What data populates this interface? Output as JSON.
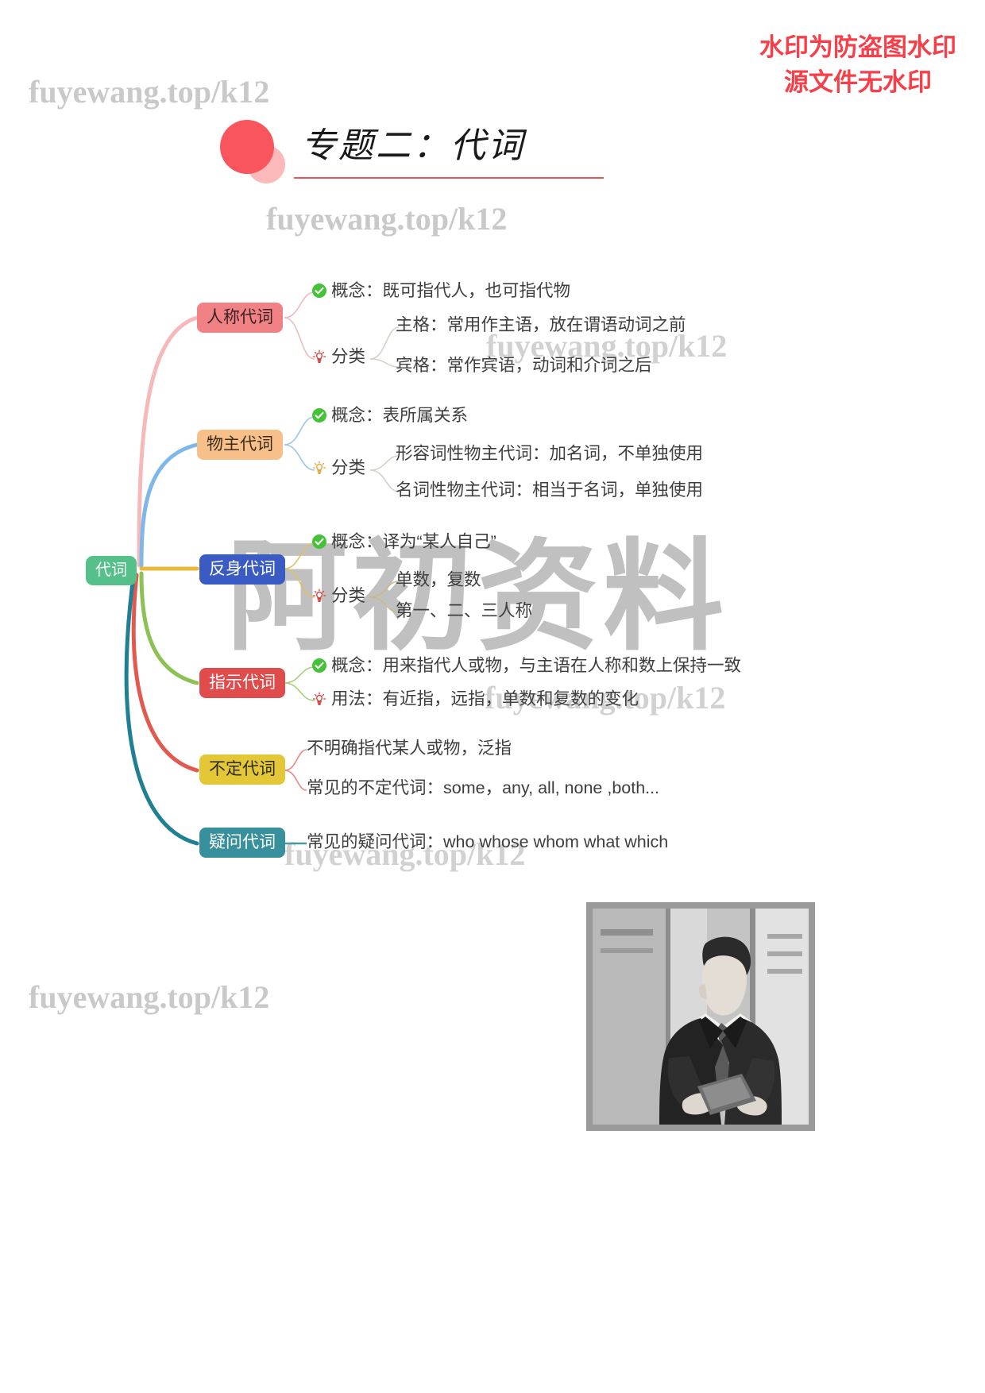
{
  "notice": {
    "line1": "水印为防盗图水印",
    "line2": "源文件无水印",
    "color": "#f5404a"
  },
  "watermarks": {
    "text": "fuyewang.top/k12",
    "big_text": "阿初资料",
    "color": "#c9c9c9"
  },
  "title": {
    "text": "专题二：代词",
    "rule_color": "#e8565c",
    "dot_color": "#f8565c"
  },
  "mindmap": {
    "root": {
      "label": "代词",
      "color": "#55c08a"
    },
    "branches": [
      {
        "label": "人称代词",
        "color": "#f08184",
        "link_color": "#f5b9ba",
        "items": [
          {
            "icon": "check-circle-icon",
            "label": "概念：",
            "text": "既可指代人，也可指代物"
          },
          {
            "icon": "bulb-icon",
            "label": "分类",
            "children": [
              "主格：常用作主语，放在谓语动词之前",
              "宾格：常作宾语，动词和介词之后"
            ]
          }
        ]
      },
      {
        "label": "物主代词",
        "color": "#f7c08a",
        "link_color": "#7eb8e8",
        "items": [
          {
            "icon": "check-circle-icon",
            "label": "概念：",
            "text": "表所属关系"
          },
          {
            "icon": "bulb-icon",
            "label": "分类",
            "children": [
              "形容词性物主代词：加名词，不单独使用",
              "名词性物主代词：相当于名词，单独使用"
            ]
          }
        ]
      },
      {
        "label": "反身代词",
        "color": "#3b5bc4",
        "link_color": "#e8b93c",
        "items": [
          {
            "icon": "check-circle-icon",
            "label": "概念：",
            "text": "译为“某人自己”"
          },
          {
            "icon": "bulb-icon",
            "label": "分类",
            "children": [
              "单数，复数",
              "第一、二、三人称"
            ]
          }
        ]
      },
      {
        "label": "指示代词",
        "color": "#e04b4b",
        "link_color": "#8dc154",
        "items": [
          {
            "icon": "check-circle-icon",
            "label": "概念：",
            "text": "用来指代人或物，与主语在人称和数上保持一致"
          },
          {
            "icon": "bulb-icon",
            "label": "用法：",
            "text": "有近指，远指，单数和复数的变化"
          }
        ]
      },
      {
        "label": "不定代词",
        "color": "#e3c737",
        "link_color": "#e05a50",
        "items": [
          {
            "icon": "none",
            "label": "",
            "text": "不明确指代某人或物，泛指"
          },
          {
            "icon": "none",
            "label": "",
            "text": "常见的不定代词：some，any, all, none ,both..."
          }
        ]
      },
      {
        "label": "疑问代词",
        "color": "#38909c",
        "link_color": "#1f7f93",
        "items": [
          {
            "icon": "none",
            "label": "",
            "text": "常见的疑问代词：who whose whom what which"
          }
        ]
      }
    ]
  },
  "illustration": {
    "name": "man-reading-tablet-illustration",
    "alt": "身着西装的男子低头看平板"
  }
}
